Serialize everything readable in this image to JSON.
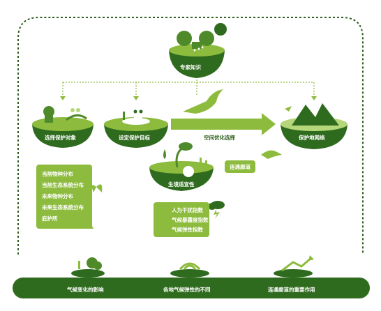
{
  "nodes": {
    "expert_knowledge": "专家知识",
    "select_targets": "选择保护对象",
    "set_goals": "设定保护目标",
    "spatial_selection": "空间优化选择",
    "protected_network": "保护地网络",
    "habitat_suitability": "生境适宜性",
    "corridor": "连通廊道"
  },
  "target_list": [
    "当前物种分布",
    "当前生态系统分布",
    "未来物种分布",
    "未来生态系统分布",
    "庇护所"
  ],
  "indices": [
    "人为干扰指数",
    "气候暴露度指数",
    "气候弹性指数"
  ],
  "bottom": {
    "climate_impact": "气候变化的影响",
    "climate_resilience": "各地气候弹性的不同",
    "corridor_importance": "连通廊道的重要作用"
  },
  "colors": {
    "dark_green": "#2f5e1c",
    "mid_green": "#4e8a2a",
    "light_green": "#8dbb3d",
    "pale_green": "#b5d77a"
  }
}
